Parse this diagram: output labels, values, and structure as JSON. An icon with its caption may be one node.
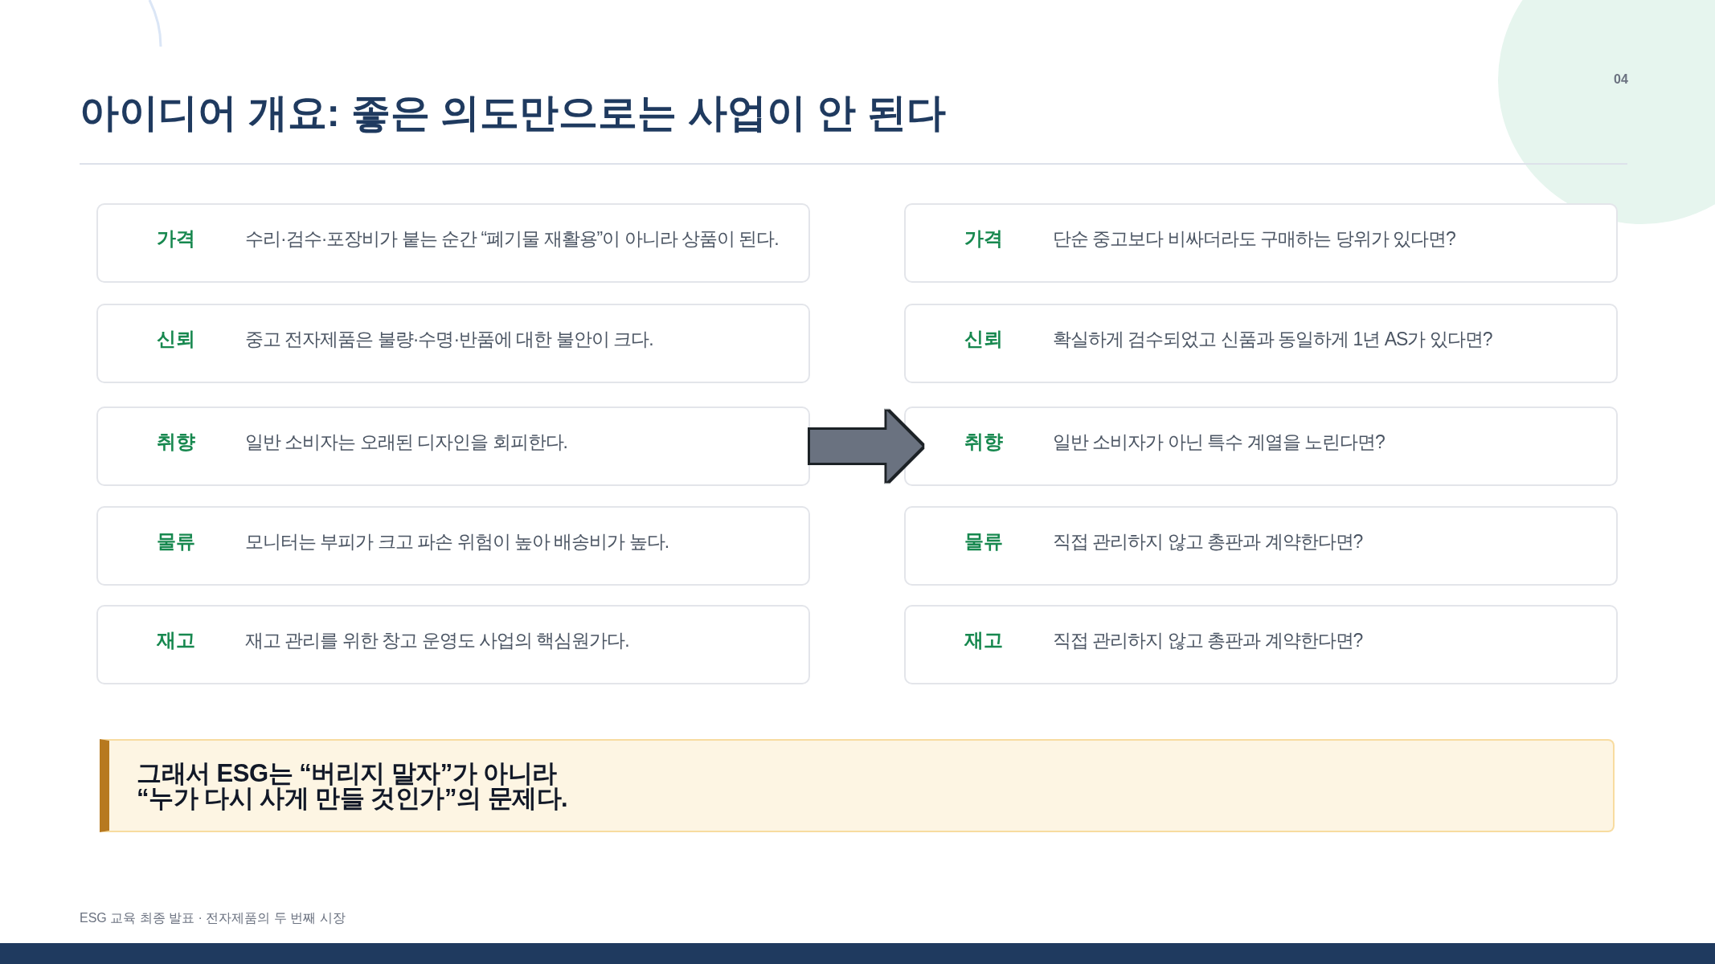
{
  "diagram": {
    "title": "아이디어 개요: 좋은 의도만으로는 사업이 안 된다",
    "nodes": [
      {
        "text": [
          "가격",
          "수리·검수·포장비가 붙는 순간 “폐기물 재활용”이 아니라 상품이 된다."
        ]
      },
      {
        "text": [
          "신뢰",
          "중고 전자제품은 불량·수명·반품에 대한 불안이 크다."
        ]
      },
      {
        "text": [
          "취향",
          "일반 소비자는 오래된 디자인을 회피한다."
        ]
      },
      {
        "text": [
          "물류",
          "모니터는 부피가 크고 파손 위험이 높아 배송비가 높다."
        ]
      },
      {
        "text": [
          "재고",
          "재고 관리를 위한 창고 운영도 사업의 핵심원가다."
        ]
      },
      {
        "text": [
          "가격",
          "단순 중고보다 비싸더라도 구매하는 당위가 있다면?"
        ]
      },
      {
        "text": [
          "신뢰",
          "확실하게 검수되었고 신품과 동일하게 1년 AS가 있다면?"
        ]
      },
      {
        "text": [
          "취향",
          "일반 소비자가 아닌 특수 계열을 노린다면?"
        ]
      },
      {
        "text": [
          "물류",
          "직접 관리하지 않고 총판과 계약한다면?"
        ]
      },
      {
        "text": [
          "재고",
          "직접 관리하지 않고 총판과 계약한다면?"
        ]
      },
      {
        "text": [
          "그래서 ESG는 “버리지 말자”가 아니라 “누가 다시 사게 만들 것인가”의 문제다."
        ]
      }
    ],
    "edges": [
      {
        "from": 2,
        "to": 7,
        "arrow": "to"
      }
    ],
    "labels": [
      "04",
      "ESG 교육 최종 발표 · 전자제품의 두 번째 시장"
    ]
  }
}
